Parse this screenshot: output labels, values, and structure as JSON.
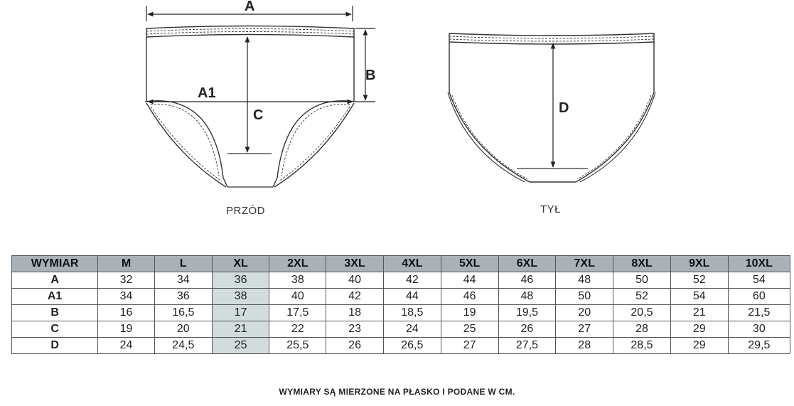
{
  "diagram": {
    "labels": {
      "A": "A",
      "A1": "A1",
      "B": "B",
      "C": "C",
      "D": "D"
    },
    "front_caption": "PRZÓD",
    "back_caption": "TYŁ"
  },
  "table": {
    "header": [
      "WYMIAR",
      "M",
      "L",
      "XL",
      "2XL",
      "3XL",
      "4XL",
      "5XL",
      "6XL",
      "7XL",
      "8XL",
      "9XL",
      "10XL"
    ],
    "rows": [
      {
        "label": "A",
        "values": [
          "32",
          "34",
          "36",
          "38",
          "40",
          "42",
          "44",
          "46",
          "48",
          "50",
          "52",
          "54"
        ]
      },
      {
        "label": "A1",
        "values": [
          "34",
          "36",
          "38",
          "40",
          "42",
          "44",
          "46",
          "48",
          "50",
          "52",
          "54",
          "60"
        ]
      },
      {
        "label": "B",
        "values": [
          "16",
          "16,5",
          "17",
          "17,5",
          "18",
          "18,5",
          "19",
          "19,5",
          "20",
          "20,5",
          "21",
          "21,5"
        ]
      },
      {
        "label": "C",
        "values": [
          "19",
          "20",
          "21",
          "22",
          "23",
          "24",
          "25",
          "26",
          "27",
          "28",
          "29",
          "30"
        ]
      },
      {
        "label": "D",
        "values": [
          "24",
          "24,5",
          "25",
          "25,5",
          "26",
          "26,5",
          "27",
          "27,5",
          "28",
          "28,5",
          "29",
          "29,5"
        ]
      }
    ],
    "highlight_column": "XL",
    "colors": {
      "header_bg": "#aab2b8",
      "highlight_bg": "#d3dcdc",
      "border": "#555555"
    }
  },
  "footnote": "WYMIARY SĄ MIERZONE NA PŁASKO I PODANE W CM."
}
